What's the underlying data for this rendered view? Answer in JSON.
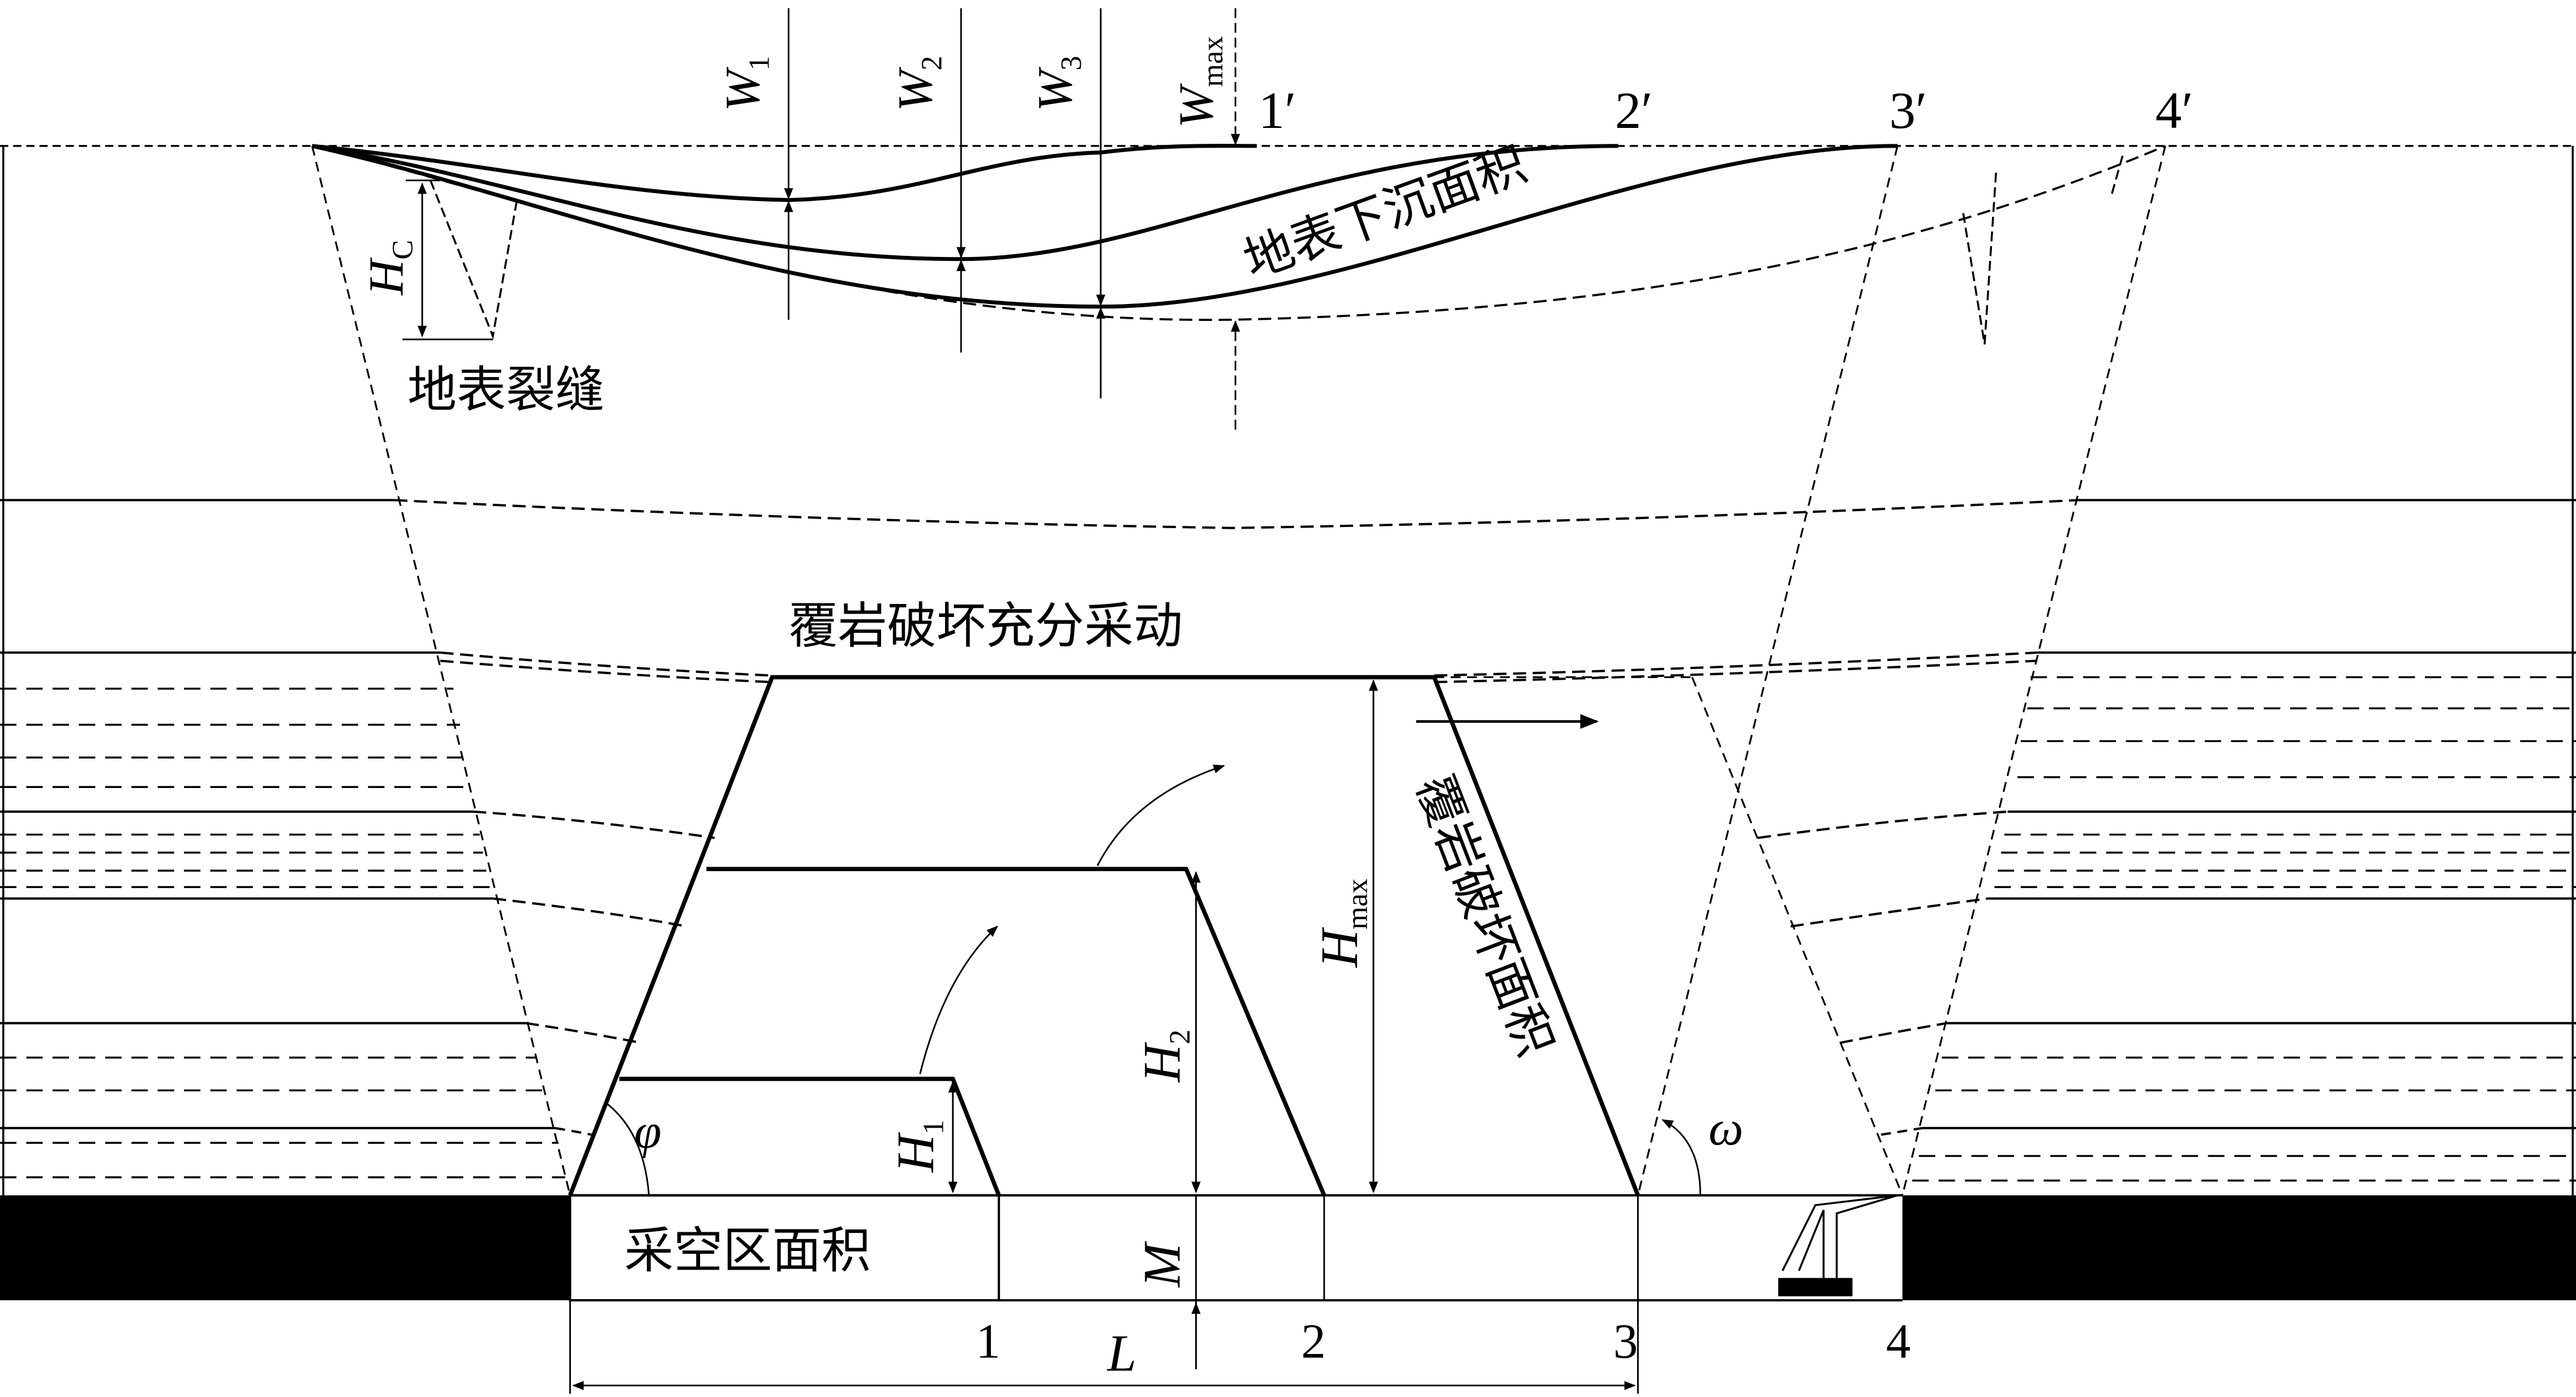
{
  "labels": {
    "w1": "W",
    "w1_sub": "1",
    "w2": "W",
    "w2_sub": "2",
    "w3": "W",
    "w3_sub": "3",
    "wmax": "W",
    "wmax_sub": "max",
    "p1p": "1′",
    "p2p": "2′",
    "p3p": "3′",
    "p4p": "4′",
    "hc": "H",
    "hc_sub": "C",
    "surface_crack": "地表裂缝",
    "surface_subsidence_area": "地表下沉面积",
    "full_mining": "覆岩破坏充分采动",
    "overburden_damage_area": "覆岩破坏面积",
    "goaf_area": "采空区面积",
    "hmax": "H",
    "hmax_sub": "max",
    "h2": "H",
    "h2_sub": "2",
    "h1": "H",
    "h1_sub": "1",
    "phi": "φ",
    "omega": "ω",
    "m": "M",
    "l": "L",
    "p1": "1",
    "p2": "2",
    "p3": "3",
    "p4": "4"
  },
  "colors": {
    "line": "#000000",
    "background": "#ffffff",
    "coal": "#000000"
  }
}
